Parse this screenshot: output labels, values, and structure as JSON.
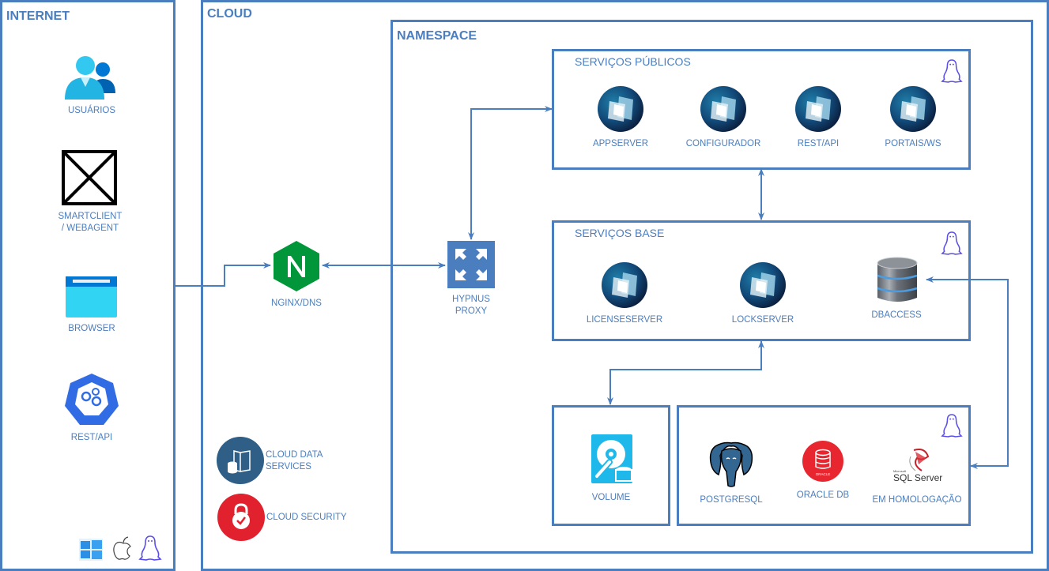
{
  "colors": {
    "line": "#4a7ebf",
    "text": "#4a7ebf",
    "nginx": "#009639",
    "proxy": "#4a7ebf",
    "security": "#e2212e",
    "data_services": "#2f5f87"
  },
  "internet": {
    "title": "INTERNET",
    "items": [
      {
        "label": "USUÁRIOS",
        "icon": "users-icon"
      },
      {
        "label": "SMARTCLIENT\n/ WEBAGENT",
        "label_line1": "SMARTCLIENT",
        "label_line2": "/ WEBAGENT",
        "icon": "placeholder-icon"
      },
      {
        "label": "BROWSER",
        "icon": "browser-icon"
      },
      {
        "label": "REST/API",
        "icon": "api-icon"
      }
    ],
    "os_icons": [
      "windows-icon",
      "apple-icon",
      "linux-icon"
    ]
  },
  "cloud": {
    "title": "CLOUD",
    "nginx": {
      "label": "NGINX/DNS"
    },
    "proxy": {
      "label_line1": "HYPNUS",
      "label_line2": "PROXY"
    },
    "legend": [
      {
        "label_line1": "CLOUD DATA",
        "label_line2": "SERVICES",
        "icon": "cloud-data-services-icon"
      },
      {
        "label_line1": "CLOUD SECURITY",
        "icon": "cloud-security-icon"
      }
    ]
  },
  "namespace": {
    "title": "NAMESPACE",
    "public_services": {
      "title": "SERVIÇOS PÚBLICOS",
      "items": [
        {
          "label": "APPSERVER"
        },
        {
          "label": "CONFIGURADOR"
        },
        {
          "label": "REST/API"
        },
        {
          "label": "PORTAIS/WS"
        }
      ]
    },
    "base_services": {
      "title": "SERVIÇOS BASE",
      "items": [
        {
          "label": "LICENSESERVER"
        },
        {
          "label": "LOCKSERVER"
        },
        {
          "label": "DBACCESS"
        }
      ]
    },
    "volume": {
      "label": "VOLUME"
    },
    "databases": {
      "items": [
        {
          "label": "POSTGRESQL"
        },
        {
          "label": "ORACLE DB",
          "icon_text": "ORACLE"
        },
        {
          "label": "EM HOMOLOGAÇÃO",
          "logo_small": "Microsoft",
          "logo_text": "SQL Server"
        }
      ]
    }
  }
}
